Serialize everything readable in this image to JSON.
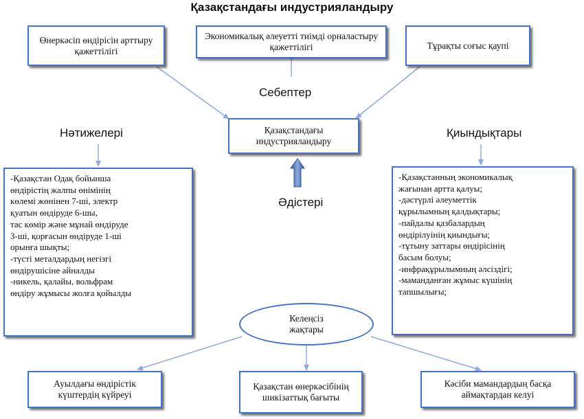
{
  "title": "Қазақстандағы индустрияландыру",
  "causes": [
    "Өнеркәсіп өндірісін арттыру қажеттілігі",
    "Экономикалық әлеуетті тиімді орналастыру қажеттілігі",
    "Тұрақты соғыс қаупі"
  ],
  "center": "Қазақстандағы индустрияландыру",
  "labels": {
    "causes": "Себептер",
    "results": "Нәтижелері",
    "difficulties": "Қиындықтары",
    "methods": "Әдістері"
  },
  "results_lines": [
    "-Қазақстан Одақ бойынша",
    "өндірістің жалпы өнімінің",
    "көлемі жөнінен 7-ші, электр",
    "қуатын өндіруде 6-шы,",
    "тас көмір және мұнай өндіруде",
    "3-ші, қорғасын өндіруде 1-ші",
    "орынға шықты;",
    "-түсті металдардың негізгі",
    "өндірушісіне айналды",
    "-никель, қалайы, вольфрам",
    "өндіру жұмысы жолға қойылды"
  ],
  "difficulties_lines": [
    "-Қазақстанның экономикалық",
    "жағынан артта қалуы;",
    "-дәстүрлі әлеуметтік",
    "құрылымның қалдықтары;",
    "-пайдалы қазбалардың",
    "өндірілуінің қиындығы;",
    "-тұтыну заттары өндірісінің",
    "басым болуы;",
    "-инфрақұрылымның әлсіздігі;",
    "-маманданған жұмыс күшінің",
    "тапшылығы;"
  ],
  "negatives_title": "Келеңсіз жақтары",
  "negatives": [
    "Ауылдағы өндірістік күштердің күйреуі",
    "Қазақстан өнеркәсібінің шикізаттық бағыты",
    "Кәсіби мамандардың басқа аймақтардан келуі"
  ],
  "colors": {
    "border": "#4472c4",
    "arrow": "#8eaadb",
    "methods_arrow": "#4472c4"
  }
}
